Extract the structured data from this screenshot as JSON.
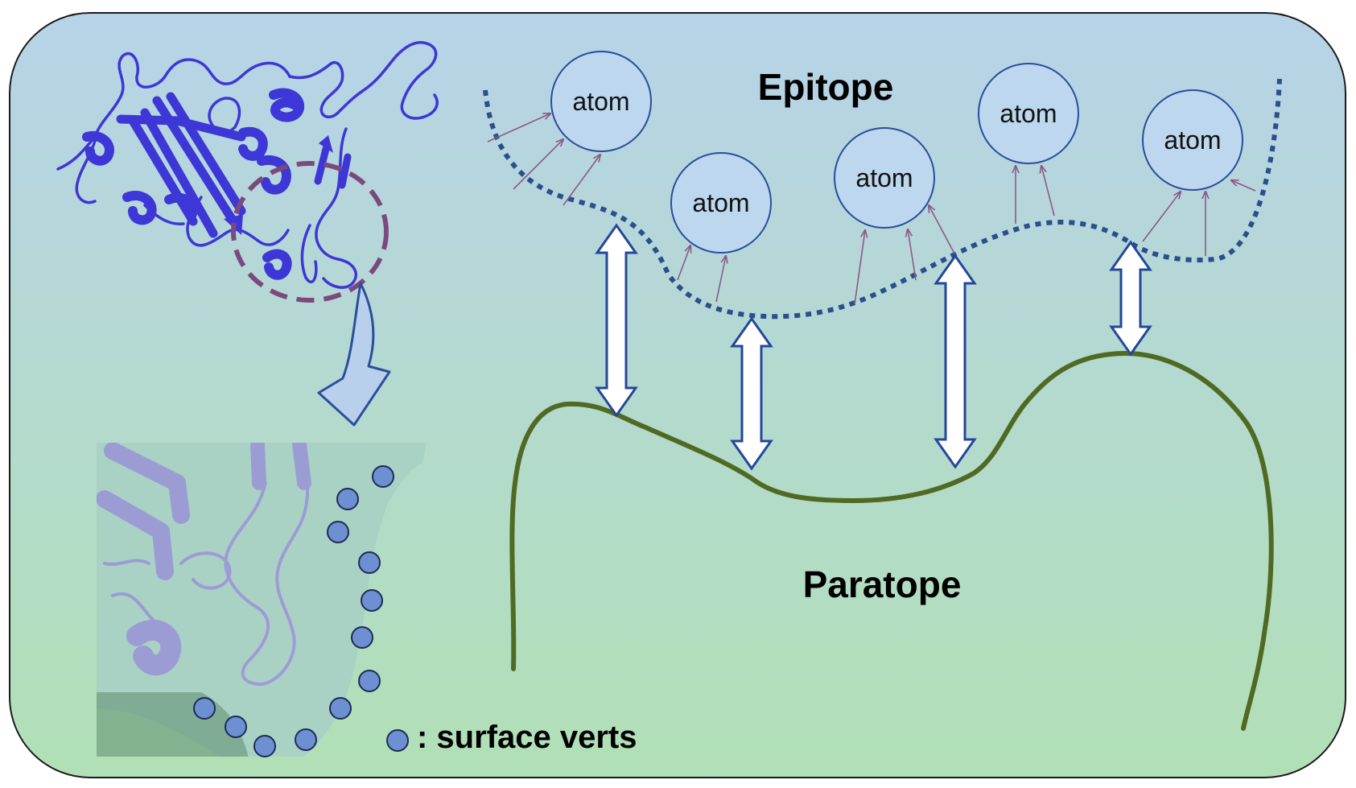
{
  "labels": {
    "epitope": "Epitope",
    "paratope": "Paratope",
    "atom": "atom",
    "legend": ": surface verts"
  },
  "colors": {
    "background_top": "#b7d3e8",
    "background_bottom": "#b1e0b6",
    "protein_ribbon": "#3c37d6",
    "highlight_circle": "#7b4a7c",
    "callout_arrow_fill": "#b9d0ec",
    "callout_arrow_stroke": "#2c4f9c",
    "surface_fill": "#a9d2c4",
    "zoom_ribbon": "#9c9ad6",
    "surface_vertex": "#6f8fd3",
    "epitope_curve": "#2b4e8d",
    "paratope_curve": "#4f6a23",
    "atom_circle_fill": "#bcd7ee",
    "atom_circle_stroke": "#2b4c9b",
    "pointer_arrow": "#8a5a85",
    "double_arrow_stroke": "#24479b",
    "double_arrow_fill": "#ffffff"
  },
  "icons": {
    "protein_structure": "protein-ribbon-icon",
    "surface_zoom": "molecular-surface-icon",
    "surface_vertex": "surface-vertex-dot-icon"
  }
}
